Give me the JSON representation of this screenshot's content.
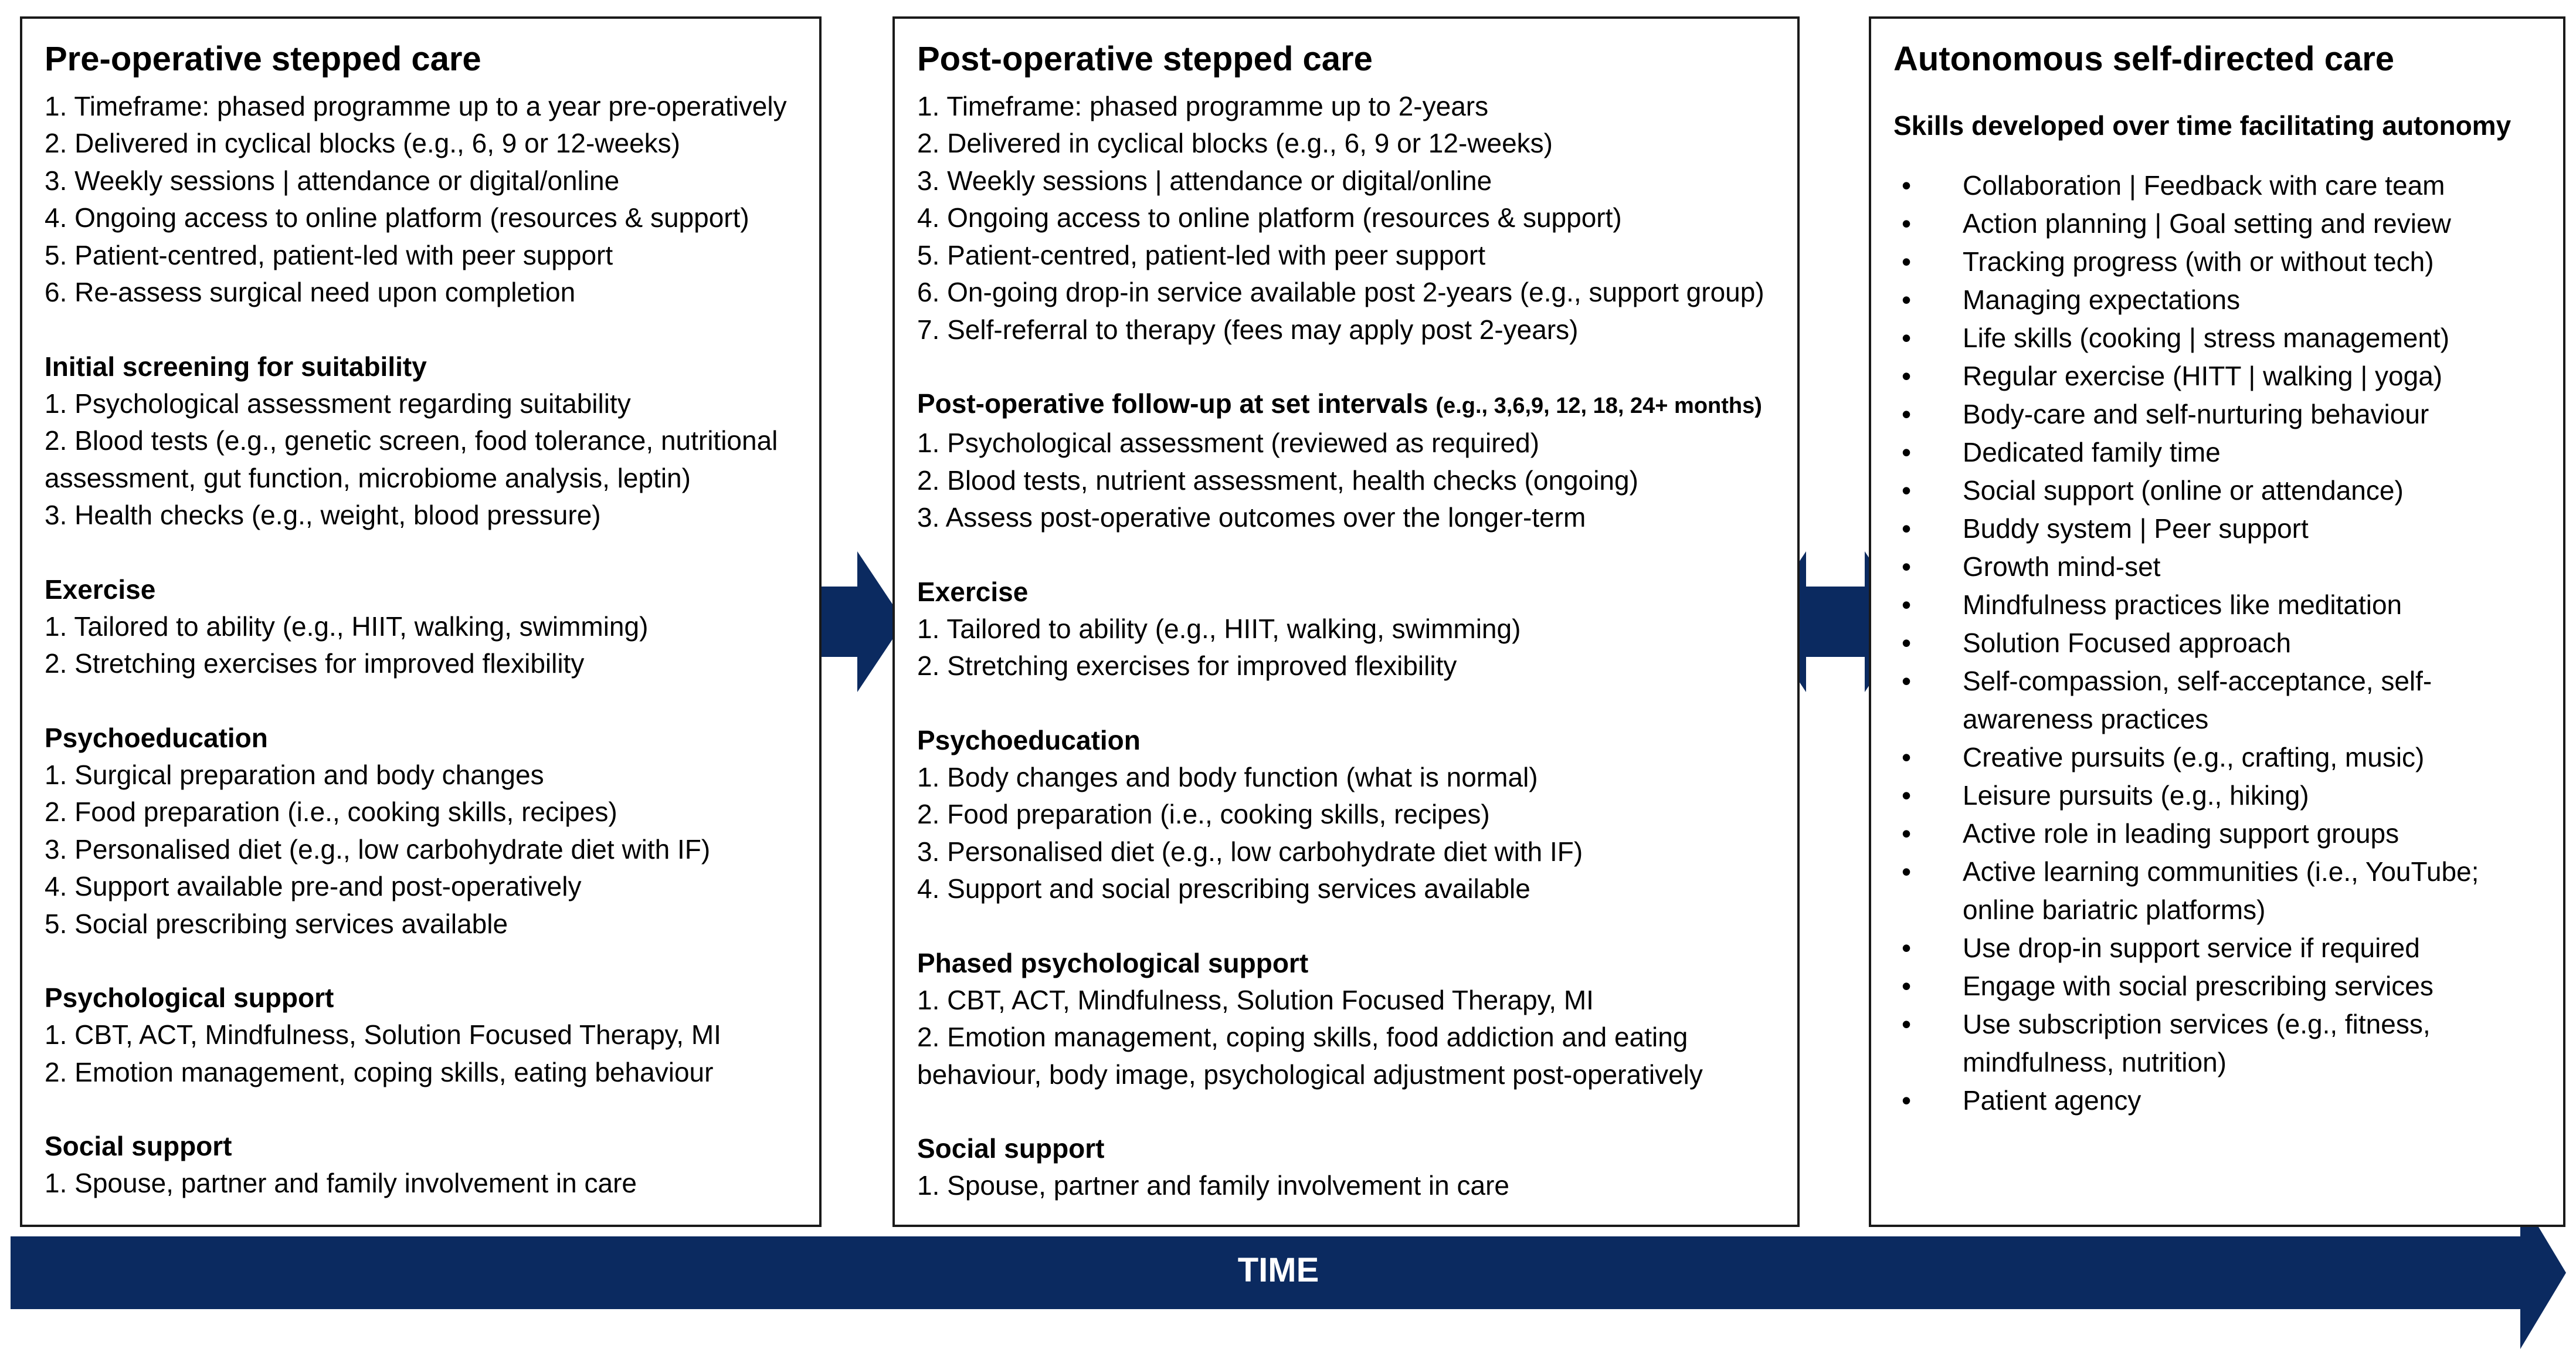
{
  "colors": {
    "accent": "#0b2a60",
    "border": "#1a1a1a",
    "text": "#000000"
  },
  "pre": {
    "title": "Pre-operative stepped care",
    "intro": [
      "1. Timeframe: phased programme up to a year pre-operatively",
      "2. Delivered in cyclical blocks (e.g., 6, 9 or 12-weeks)",
      "3. Weekly sessions | attendance or digital/online",
      "4. Ongoing access to online platform (resources & support)",
      "5. Patient-centred, patient-led with peer support",
      "6. Re-assess surgical need upon completion"
    ],
    "screening_title": "Initial screening for suitability",
    "screening": [
      "1. Psychological assessment regarding suitability",
      "2. Blood tests (e.g., genetic screen, food tolerance, nutritional",
      "assessment, gut function, microbiome analysis, leptin)",
      "3. Health checks (e.g., weight, blood pressure)"
    ],
    "exercise_title": "Exercise",
    "exercise": [
      "1. Tailored to ability (e.g., HIIT, walking, swimming)",
      "2. Stretching exercises for improved flexibility"
    ],
    "psychoed_title": "Psychoeducation",
    "psychoed": [
      "1. Surgical preparation and body changes",
      "2. Food preparation (i.e., cooking skills, recipes)",
      "3. Personalised diet (e.g., low carbohydrate diet with IF)",
      "4. Support available pre-and post-operatively",
      "5. Social prescribing services available"
    ],
    "psych_title": "Psychological support",
    "psych": [
      "1. CBT, ACT, Mindfulness, Solution Focused Therapy, MI",
      "2. Emotion management, coping skills, eating behaviour"
    ],
    "social_title": "Social support",
    "social": [
      "1. Spouse, partner and family involvement in care"
    ]
  },
  "post": {
    "title": "Post-operative stepped care",
    "intro": [
      "1. Timeframe: phased programme up to 2-years",
      "2. Delivered in cyclical blocks (e.g., 6, 9 or 12-weeks)",
      "3. Weekly sessions | attendance or digital/online",
      "4. Ongoing access to online platform (resources & support)",
      "5. Patient-centred, patient-led with peer support",
      "6. On-going drop-in service available post 2-years (e.g., support group)",
      "7. Self-referral to therapy (fees may apply post 2-years)"
    ],
    "followup_title": "Post-operative follow-up at set intervals",
    "followup_note": "(e.g., 3,6,9, 12, 18, 24+ months)",
    "followup": [
      "1. Psychological assessment (reviewed as required)",
      "2. Blood tests, nutrient assessment, health checks (ongoing)",
      "3. Assess post-operative outcomes over the longer-term"
    ],
    "exercise_title": "Exercise",
    "exercise": [
      "1. Tailored to ability (e.g., HIIT, walking, swimming)",
      "2. Stretching exercises for improved flexibility"
    ],
    "psychoed_title": "Psychoeducation",
    "psychoed": [
      "1. Body changes and body function (what is normal)",
      "2. Food preparation (i.e., cooking skills, recipes)",
      "3. Personalised diet (e.g., low carbohydrate diet with IF)",
      "4. Support and social prescribing services available"
    ],
    "psych_title": "Phased psychological support",
    "psych": [
      "1. CBT, ACT, Mindfulness, Solution Focused Therapy, MI",
      "2. Emotion management, coping skills, food addiction and eating",
      "behaviour, body image, psychological adjustment post-operatively"
    ],
    "social_title": "Social support",
    "social": [
      "1. Spouse, partner and family involvement in care"
    ]
  },
  "auto": {
    "title": "Autonomous self-directed care",
    "subtitle": "Skills developed over time facilitating autonomy",
    "items": [
      "Collaboration | Feedback with care team",
      "Action planning | Goal setting and review",
      "Tracking progress (with or without tech)",
      "Managing expectations",
      "Life skills (cooking | stress management)",
      "Regular exercise (HITT | walking | yoga)",
      "Body-care and self-nurturing behaviour",
      "Dedicated family time",
      "Social support (online or attendance)",
      "Buddy system | Peer support",
      "Growth mind-set",
      "Mindfulness practices like meditation",
      "Solution Focused approach",
      "Self-compassion, self-acceptance, self-awareness practices",
      "Creative pursuits (e.g., crafting, music)",
      "Leisure pursuits (e.g., hiking)",
      "Active role in leading support groups",
      "Active learning communities (i.e., YouTube; online bariatric platforms)",
      "Use drop-in support service if required",
      "Engage with social prescribing services",
      "Use subscription services (e.g., fitness, mindfulness, nutrition)",
      "Patient agency"
    ]
  },
  "time_label": "TIME"
}
